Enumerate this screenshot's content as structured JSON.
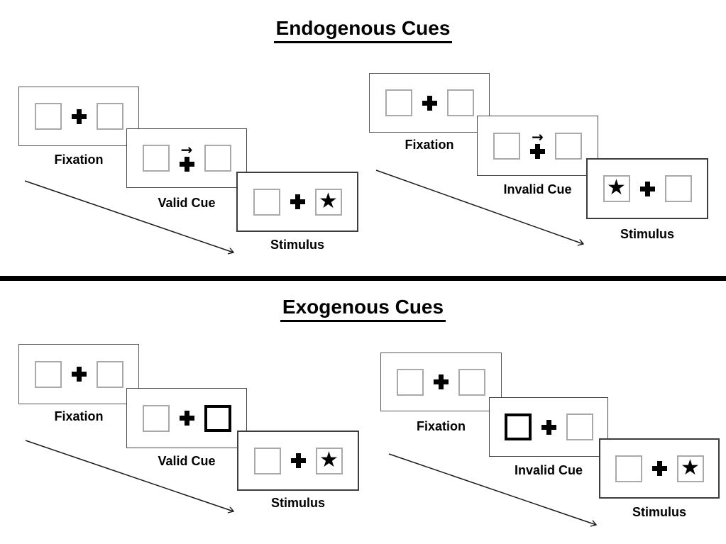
{
  "glyphs": {
    "star": "★",
    "cue_arrow": "→"
  },
  "sections": [
    {
      "title": "Endogenous Cues",
      "groups": [
        {
          "condition": "valid",
          "panels": [
            {
              "label": "Fixation",
              "left_box": "empty",
              "right_box": "empty",
              "center": "plus"
            },
            {
              "label": "Valid Cue",
              "left_box": "empty",
              "right_box": "empty",
              "center": "right-arrow-over-plus"
            },
            {
              "label": "Stimulus",
              "left_box": "empty",
              "right_box": "star",
              "center": "plus"
            }
          ]
        },
        {
          "condition": "invalid",
          "panels": [
            {
              "label": "Fixation",
              "left_box": "empty",
              "right_box": "empty",
              "center": "plus"
            },
            {
              "label": "Invalid Cue",
              "left_box": "empty",
              "right_box": "empty",
              "center": "right-arrow-over-plus"
            },
            {
              "label": "Stimulus",
              "left_box": "star",
              "right_box": "empty",
              "center": "plus"
            }
          ]
        }
      ]
    },
    {
      "title": "Exogenous Cues",
      "groups": [
        {
          "condition": "valid",
          "panels": [
            {
              "label": "Fixation",
              "left_box": "empty",
              "right_box": "empty",
              "center": "plus"
            },
            {
              "label": "Valid Cue",
              "left_box": "empty",
              "right_box": "thick-outline",
              "center": "plus"
            },
            {
              "label": "Stimulus",
              "left_box": "empty",
              "right_box": "star",
              "center": "plus"
            }
          ]
        },
        {
          "condition": "invalid",
          "panels": [
            {
              "label": "Fixation",
              "left_box": "empty",
              "right_box": "empty",
              "center": "plus"
            },
            {
              "label": "Invalid Cue",
              "left_box": "thick-outline",
              "right_box": "empty",
              "center": "plus"
            },
            {
              "label": "Stimulus",
              "left_box": "empty",
              "right_box": "star",
              "center": "plus"
            }
          ]
        }
      ]
    }
  ]
}
